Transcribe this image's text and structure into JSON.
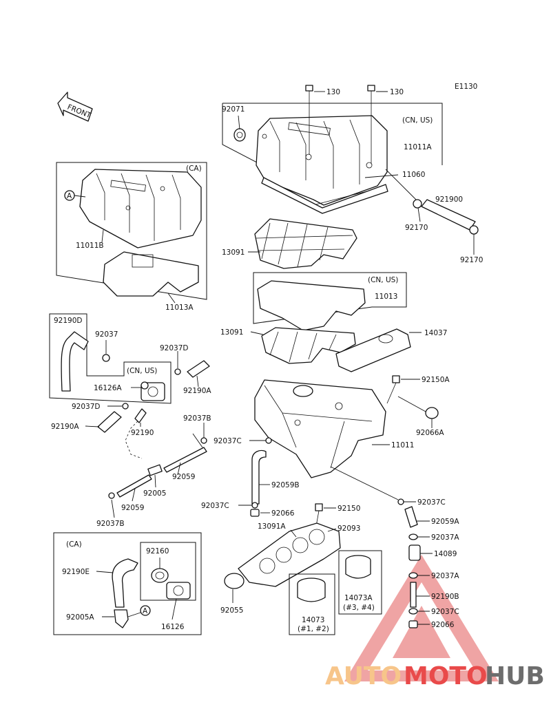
{
  "diagram_code": "E1130",
  "front_arrow_text": "FRONT",
  "region_tags": {
    "cn_us_top": "(CN, US)",
    "ca_top": "(CA)",
    "cn_us_filter": "(CN, US)",
    "cn_us_left": "(CN, US)",
    "ca_bottom": "(CA)"
  },
  "callouts": {
    "c130a": "130",
    "c130b": "130",
    "c92071": "92071",
    "c11011A": "11011A",
    "c11060": "11060",
    "c92190_top": "921900",
    "c92170a": "92170",
    "c92170b": "92170",
    "c11011B": "11011B",
    "c11013A": "11013A",
    "c13091_a": "13091",
    "c11013": "11013",
    "c13091_b": "13091",
    "c14037": "14037",
    "c92150A": "92150A",
    "c92066A": "92066A",
    "c11011": "11011",
    "c92190D": "92190D",
    "c92037": "92037",
    "c92037D_a": "92037D",
    "c16126A": "16126A",
    "c92190A_a": "92190A",
    "c92037D_b": "92037D",
    "c92190A_b": "92190A",
    "c92190": "92190",
    "c92037B_a": "92037B",
    "c92059_a": "92059",
    "c92005": "92005",
    "c92059_b": "92059",
    "c92037B_b": "92037B",
    "c92037C_a": "92037C",
    "c92059B": "92059B",
    "c92037C_b": "92037C",
    "c92066": "92066",
    "c92150": "92150",
    "c13091A": "13091A",
    "c92093": "92093",
    "c92037C_c": "92037C",
    "c92059A": "92059A",
    "c92037A_a": "92037A",
    "c14089": "14089",
    "c92037A_b": "92037A",
    "c92190B": "92190B",
    "c92037C_d": "92037C",
    "c92066_b": "92066",
    "c92160": "92160",
    "c92190E": "92190E",
    "c92005A": "92005A",
    "c16126": "16126",
    "c92055": "92055",
    "c14073": "14073",
    "c14073_sub": "(#1, #2)",
    "c14073A": "14073A",
    "c14073A_sub": "(#3, #4)"
  },
  "ref_marker": "A",
  "watermark": {
    "part1": "AUTO",
    "part2": "MOTO",
    "part3": "HUB",
    "colors": {
      "part1": "#f7c58a",
      "part2": "#e94a4a",
      "part3": "#6d6d6d"
    }
  }
}
